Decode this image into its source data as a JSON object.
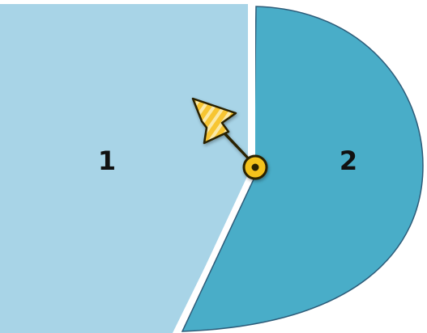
{
  "spinner": {
    "sections": [
      {
        "id": "1",
        "label": "1",
        "color": "#a8d4e7"
      },
      {
        "id": "2",
        "label": "2",
        "color": "#49adc8"
      }
    ],
    "divider_color": "#ffffff",
    "arrow": {
      "icon": "spinner-arrow-icon",
      "fill_color": "#f7c531",
      "stripe_color": "#fbe9a6",
      "outline_color": "#2b2100",
      "hub_color": "#f4c21e"
    }
  }
}
